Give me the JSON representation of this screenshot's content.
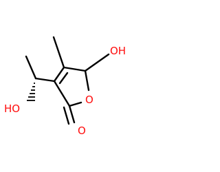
{
  "colors": {
    "background": "#ffffff",
    "bond": "#000000",
    "oxygen": "#ff0d0d"
  },
  "atoms": {
    "hydroxyl_top_right": "OH",
    "hydroxyl_left": "HO",
    "ring_oxygen": "O",
    "carbonyl_oxygen": "O"
  }
}
